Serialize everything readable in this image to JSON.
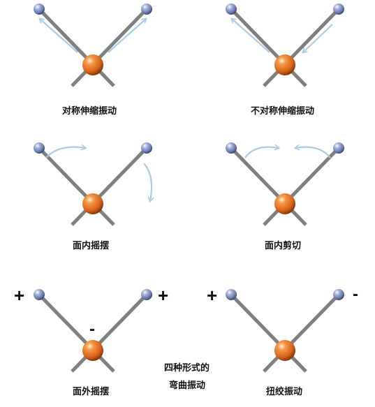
{
  "colors": {
    "bond": "#7f7f7f",
    "arrow": "#a9cbe6",
    "center_atom": "#e8782c",
    "outer_atom": "#7e8ec0",
    "text": "#111111"
  },
  "modes": [
    {
      "id": "symmetric-stretch",
      "label": "对称伸缩振动",
      "arrows": "symmetric-stretch",
      "signs": []
    },
    {
      "id": "asymmetric-stretch",
      "label": "不对称伸缩振动",
      "arrows": "asymmetric-stretch",
      "signs": []
    },
    {
      "id": "in-plane-rocking",
      "label": "面内摇摆",
      "arrows": "rocking",
      "signs": []
    },
    {
      "id": "in-plane-scissoring",
      "label": "面内剪切",
      "arrows": "scissoring",
      "signs": []
    },
    {
      "id": "out-of-plane-wagging",
      "label": "面外摇摆",
      "arrows": "none",
      "signs": [
        "+",
        "+",
        "-"
      ]
    },
    {
      "id": "twisting",
      "label": "扭绞振动",
      "arrows": "none",
      "signs": [
        "+",
        "-"
      ]
    }
  ],
  "note": {
    "line1": "四种形式的",
    "line2": "弯曲振动"
  }
}
